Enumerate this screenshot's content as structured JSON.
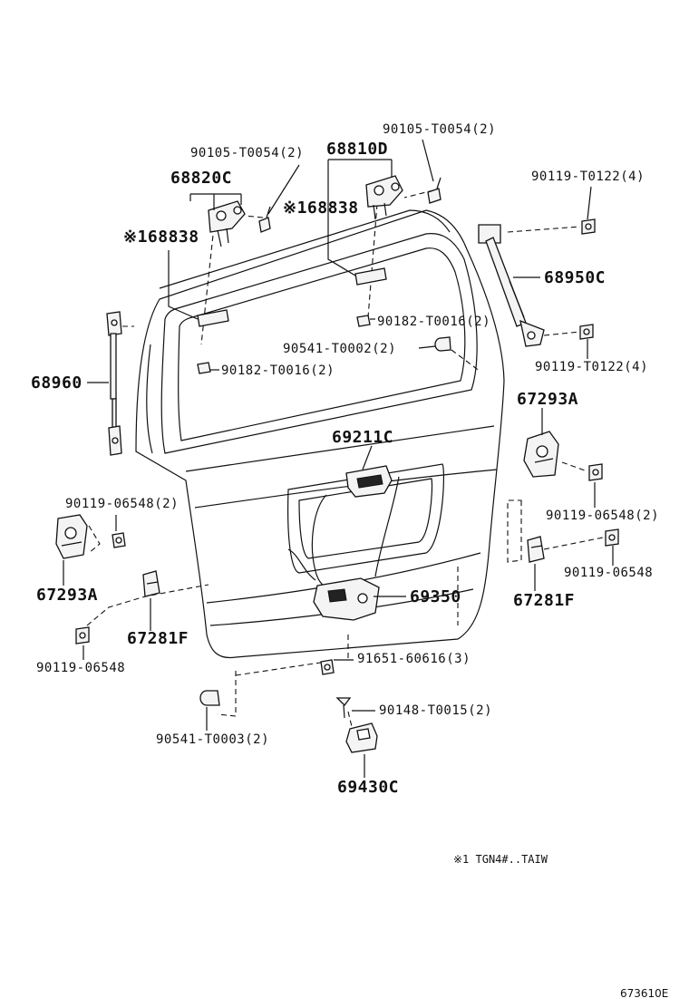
{
  "labels": {
    "p1": "90105-T0054(2)",
    "p2": "68810D",
    "p3": "90105-T0054(2)",
    "p4": "68820C",
    "p5": "90119-T0122(4)",
    "p6": "※168838",
    "p7": "※168838",
    "p8": "68950C",
    "p9": "90182-T0016(2)",
    "p10": "90541-T0002(2)",
    "p11": "90182-T0016(2)",
    "p12": "68960",
    "p13": "90119-T0122(4)",
    "p14": "67293A",
    "p15": "69211C",
    "p16": "90119-06548(2)",
    "p17": "90119-06548(2)",
    "p18": "90119-06548",
    "p19": "67293A",
    "p20": "69350",
    "p21": "67281F",
    "p22": "67281F",
    "p23": "90119-06548",
    "p24": "91651-60616(3)",
    "p25": "90148-T0015(2)",
    "p26": "90541-T0003(2)",
    "p27": "69430C"
  },
  "footnote": "※1 TGN4#..TAIW",
  "diagram_id": "673610E"
}
